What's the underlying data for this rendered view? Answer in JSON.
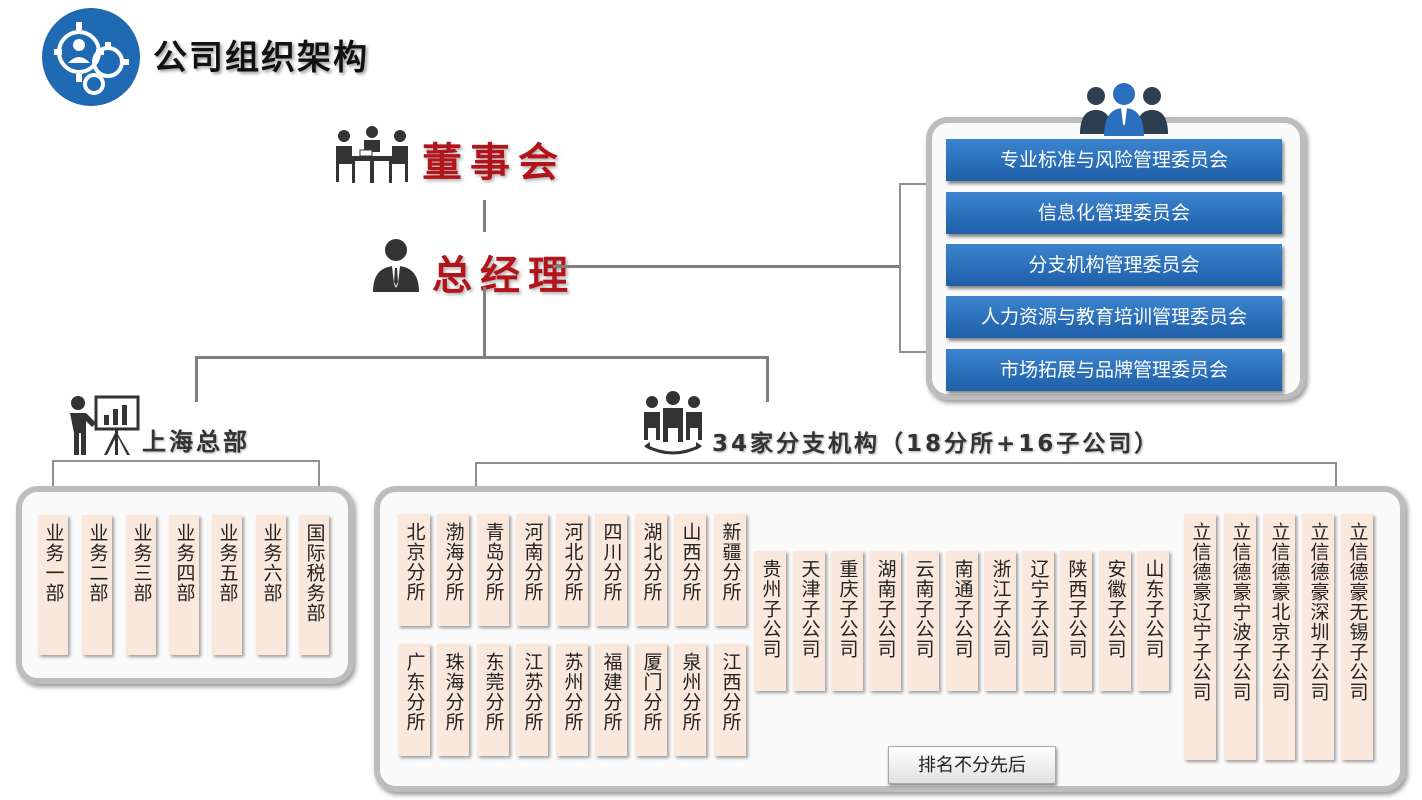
{
  "title": "公司组织架构",
  "board": "董事会",
  "gm": "总经理",
  "committees": [
    "专业标准与风险管理委员会",
    "信息化管理委员会",
    "分支机构管理委员会",
    "人力资源与教育培训管理委员会",
    "市场拓展与品牌管理委员会"
  ],
  "hq": {
    "label": "上海总部",
    "departments": [
      "业务一部",
      "业务二部",
      "业务三部",
      "业务四部",
      "业务五部",
      "业务六部",
      "国际税务部"
    ]
  },
  "branches": {
    "label": "34家分支机构（18分所+16子公司）",
    "offices_row1": [
      "北京分所",
      "渤海分所",
      "青岛分所",
      "河南分所",
      "河北分所",
      "四川分所",
      "湖北分所",
      "山西分所",
      "新疆分所"
    ],
    "offices_row2": [
      "广东分所",
      "珠海分所",
      "东莞分所",
      "江苏分所",
      "苏州分所",
      "福建分所",
      "厦门分所",
      "泉州分所",
      "江西分所"
    ],
    "subs_short": [
      "贵州子公司",
      "天津子公司",
      "重庆子公司",
      "湖南子公司",
      "云南子公司",
      "南通子公司",
      "浙江子公司",
      "辽宁子公司",
      "陕西子公司",
      "安徽子公司",
      "山东子公司"
    ],
    "subs_long": [
      "立信德豪辽宁子公司",
      "立信德豪宁波子公司",
      "立信德豪北京子公司",
      "立信德豪深圳子公司",
      "立信德豪无锡子公司"
    ],
    "note": "排名不分先后"
  },
  "colors": {
    "accent_blue": "#1f6ab2",
    "committee_blue": "#2a6fbd",
    "title_red": "#b1141b",
    "card_bg": "#fbe8dc"
  },
  "icons": [
    "gears-person-icon",
    "meeting-table-icon",
    "manager-icon",
    "team-icon",
    "presenter-chart-icon",
    "group-cycle-icon"
  ]
}
